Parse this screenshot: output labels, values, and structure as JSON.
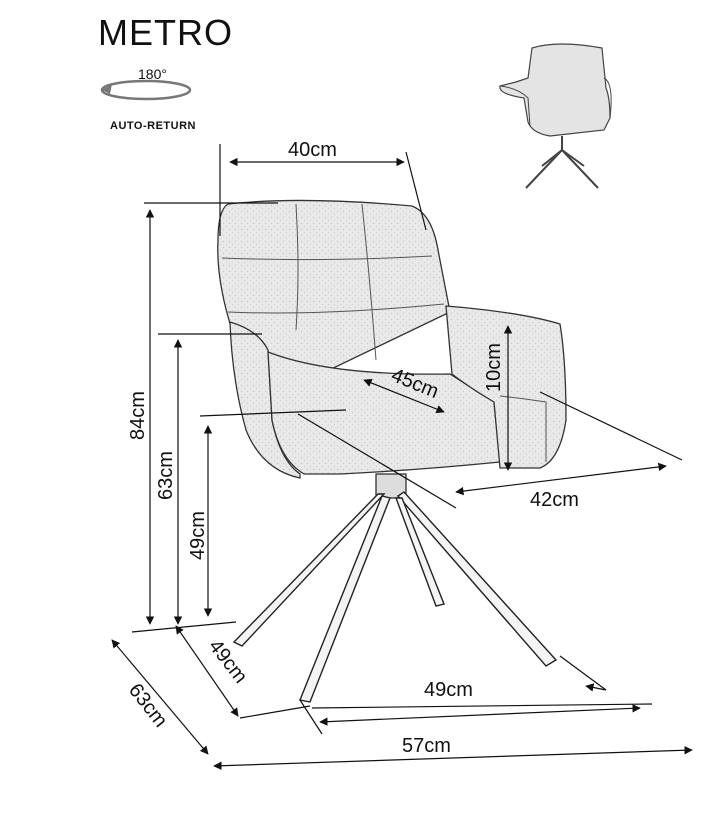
{
  "product": {
    "name": "METRO",
    "rotation": "180°",
    "feature": "AUTO-RETURN"
  },
  "dimensions": {
    "back_width": "40cm",
    "total_height": "84cm",
    "armrest_height": "63cm",
    "seat_height": "49cm",
    "seat_depth": "45cm",
    "armrest_above_seat": "10cm",
    "seat_width": "42cm",
    "base_depth_inner": "49cm",
    "base_width_inner": "49cm",
    "total_depth": "63cm",
    "total_width": "57cm"
  },
  "colors": {
    "line": "#111111",
    "sketch": "#555555",
    "fabric": "#e6e6e6"
  }
}
